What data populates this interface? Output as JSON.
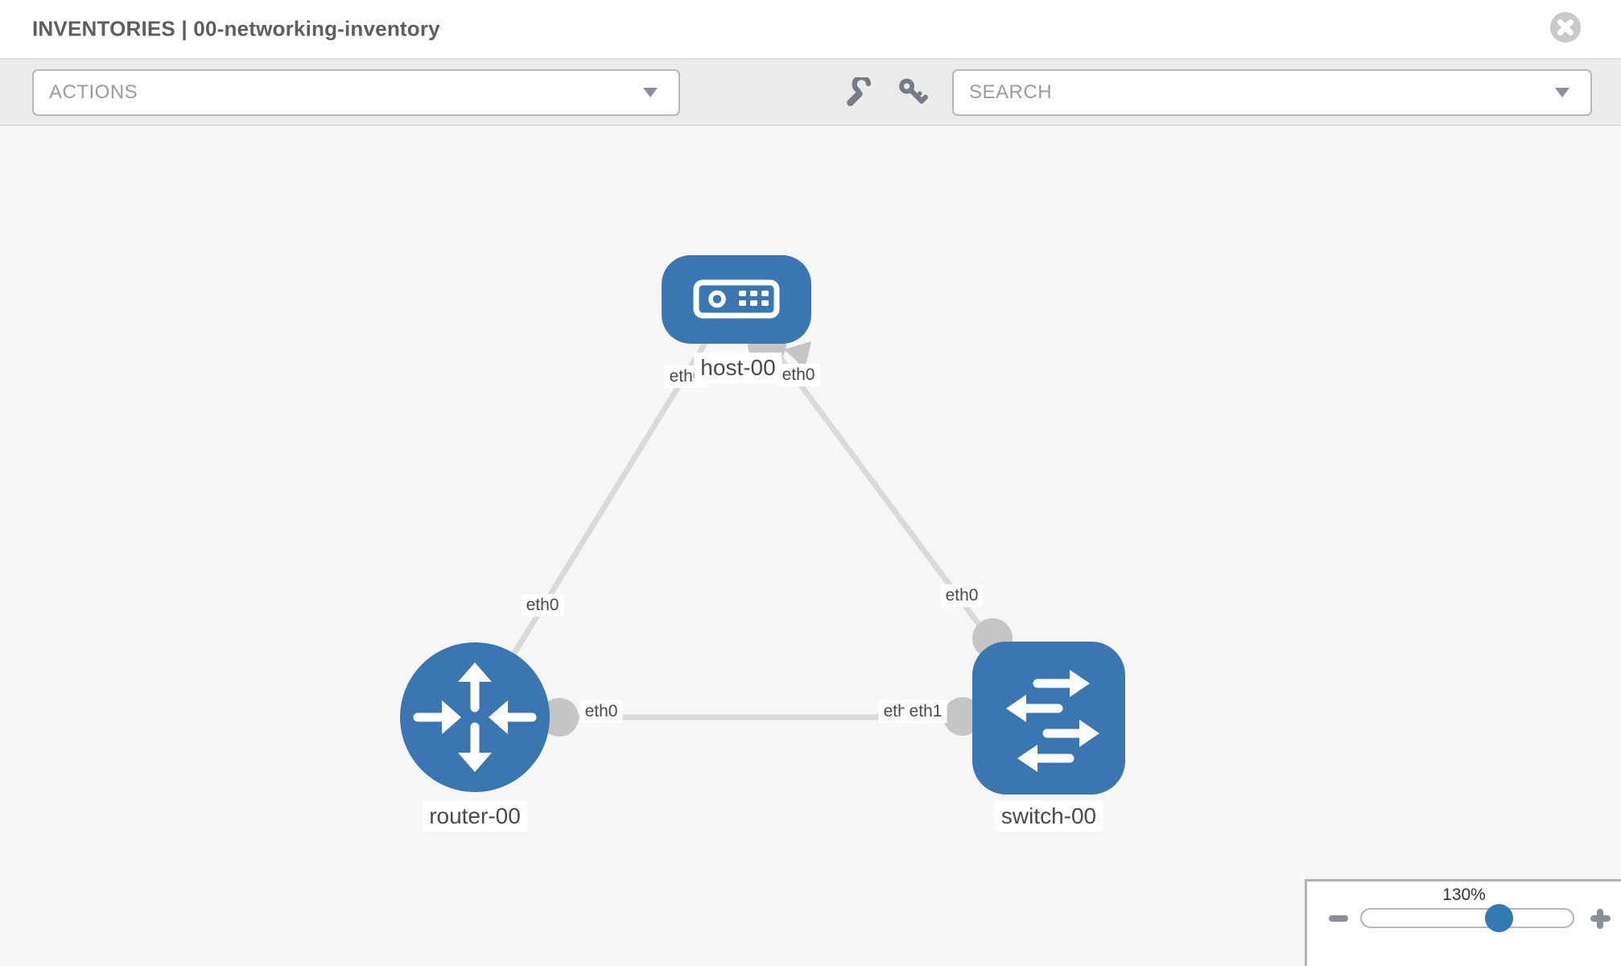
{
  "window": {
    "title": "INVENTORIES | 00-networking-inventory"
  },
  "toolbar": {
    "actions_label": "ACTIONS",
    "search_placeholder": "SEARCH"
  },
  "topology": {
    "nodes": [
      {
        "name": "host-00",
        "type": "host",
        "label": "host-00"
      },
      {
        "name": "router-00",
        "type": "router",
        "label": "router-00"
      },
      {
        "name": "switch-00",
        "type": "switch",
        "label": "switch-00"
      }
    ],
    "links": [
      {
        "source": "host-00",
        "target": "router-00",
        "source_interface": "eth0",
        "target_interface": "eth0"
      },
      {
        "source": "host-00",
        "target": "switch-00",
        "source_interface": "eth0",
        "target_interface": "eth0"
      },
      {
        "source": "router-00",
        "target": "switch-00",
        "source_interface": "eth0",
        "target_interface": "eth1"
      }
    ],
    "interfaces": [
      {
        "id": "host-if-left",
        "label": "eth0"
      },
      {
        "id": "host-if-right",
        "label": "eth0"
      },
      {
        "id": "host-router-link-if",
        "label": "eth0"
      },
      {
        "id": "host-switch-link-if",
        "label": "eth0"
      },
      {
        "id": "router-port-if",
        "label": "eth0"
      },
      {
        "id": "switch-port-if-under",
        "label": "eth0"
      },
      {
        "id": "switch-port-if",
        "label": "eth1"
      }
    ]
  },
  "zoom_control": {
    "value": "130%"
  },
  "colors": {
    "node_blue": "#3b76b0",
    "link_gray": "#d9d9d9",
    "port_gray": "#c5c5c5",
    "canvas_bg": "#f6f6f6",
    "handle_blue": "#3478b4",
    "close_gray": "#c9c9c9"
  }
}
